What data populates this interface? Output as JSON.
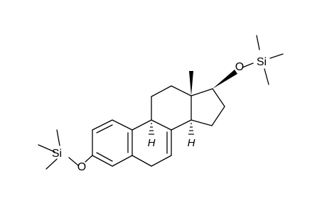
{
  "molecule": {
    "labels": {
      "si_left": "Si",
      "o_left": "O",
      "si_right": "Si",
      "o_right": "O",
      "h_9": "H",
      "h_14": "H"
    },
    "colors": {
      "ink": "#000000",
      "background": "#ffffff"
    }
  }
}
